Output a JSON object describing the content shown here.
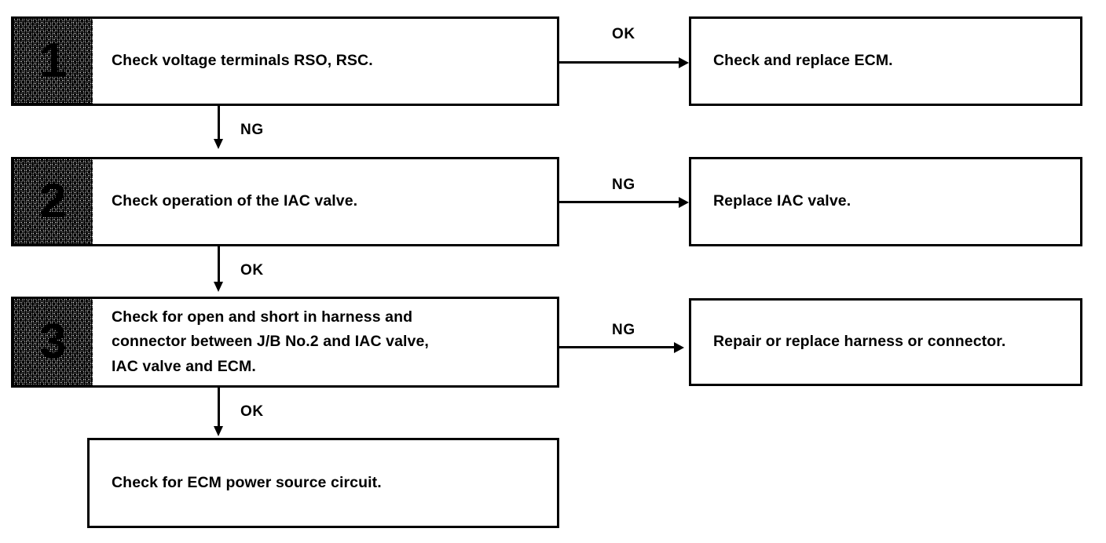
{
  "diagram": {
    "title": "IAC valve diagnostic troubleshooting flowchart",
    "colors": {
      "line": "#000000",
      "box_fill": "#ffffff",
      "badge_tint": "#808080"
    },
    "steps": [
      {
        "number": "1",
        "text": "Check voltage terminals RSO, RSC."
      },
      {
        "number": "2",
        "text": "Check operation of the IAC valve."
      },
      {
        "number": "3",
        "text": "Check for open and short in harness and\nconnector between J/B No.2 and IAC valve,\nIAC valve and ECM."
      }
    ],
    "final_step": {
      "text": "Check for ECM power source circuit."
    },
    "results": [
      {
        "text": "Check and replace ECM."
      },
      {
        "text": "Replace IAC valve."
      },
      {
        "text": "Repair or replace harness or connector."
      }
    ],
    "branch_labels": {
      "step1_right": "OK",
      "step1_down": "NG",
      "step2_right": "NG",
      "step2_down": "OK",
      "step3_right": "NG",
      "step3_down": "OK"
    }
  }
}
